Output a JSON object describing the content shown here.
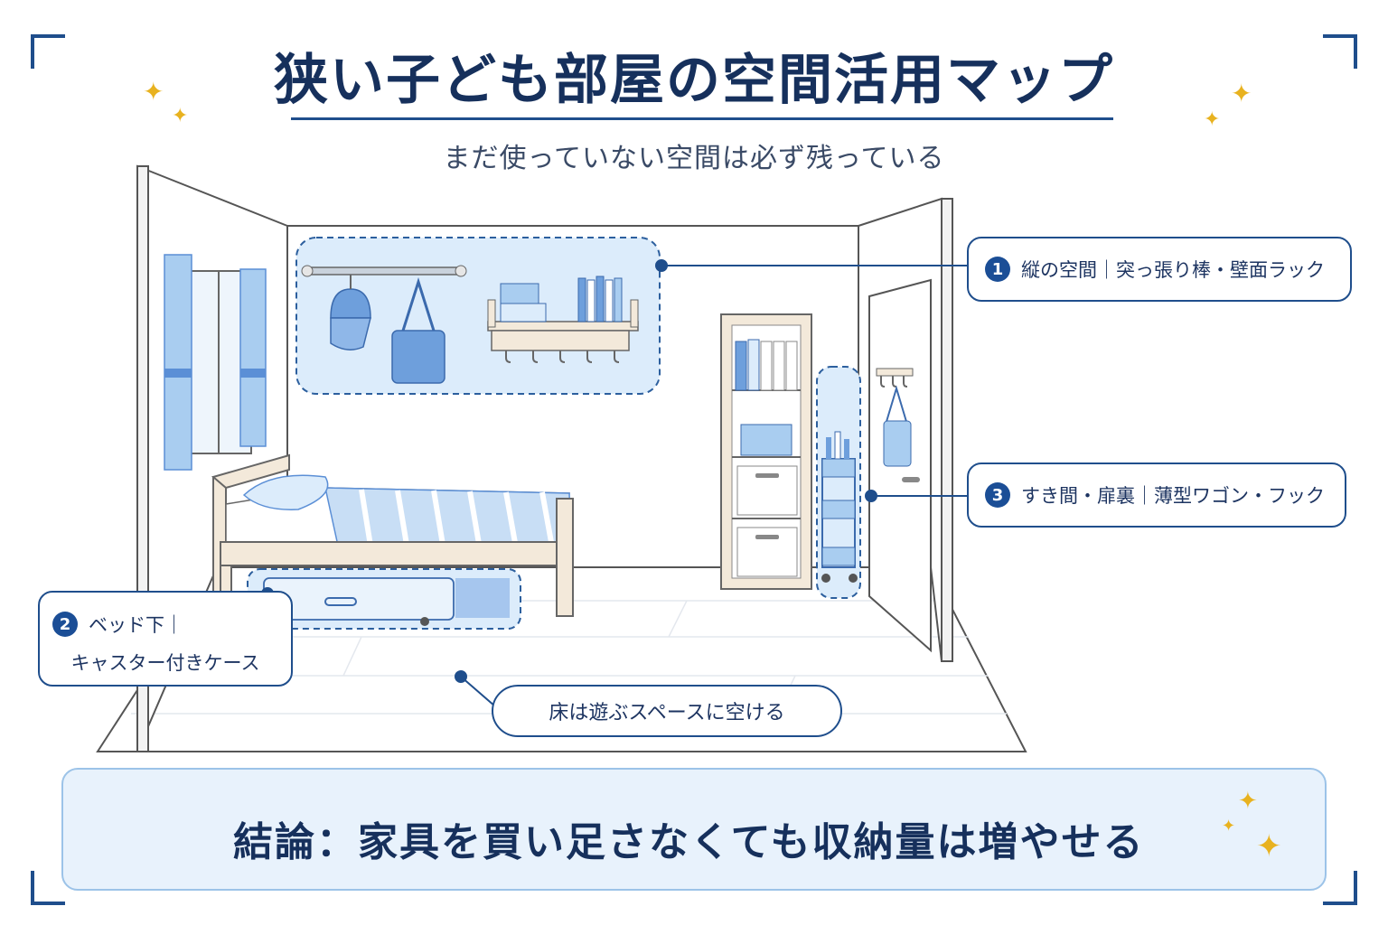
{
  "title": "狭い子ども部屋の空間活用マップ",
  "subtitle": "まだ使っていない空間は必ず残っている",
  "callouts": {
    "vertical": {
      "num": "1",
      "text": "縦の空間｜突っ張り棒・壁面ラック"
    },
    "under_bed": {
      "num": "2",
      "text_line1": "ベッド下｜",
      "text_line2": "キャスター付きケース"
    },
    "gap_door": {
      "num": "3",
      "text": "すき間・扉裏｜薄型ワゴン・フック"
    },
    "floor": {
      "text": "床は遊ぶスペースに空ける"
    }
  },
  "conclusion": {
    "text": "結論：家具を買い足さなくても収納量は増やせる"
  },
  "colors": {
    "navy": "#1f4e8c",
    "highlight_fill": "#dcecfb",
    "highlight_border": "#2c5f9e",
    "accent_blue": "#5b8fd6",
    "sparkle": "#e8b21f",
    "wood": "#f3e9da"
  },
  "icons": [
    "sparkle-icon",
    "lightbulb-icon"
  ]
}
